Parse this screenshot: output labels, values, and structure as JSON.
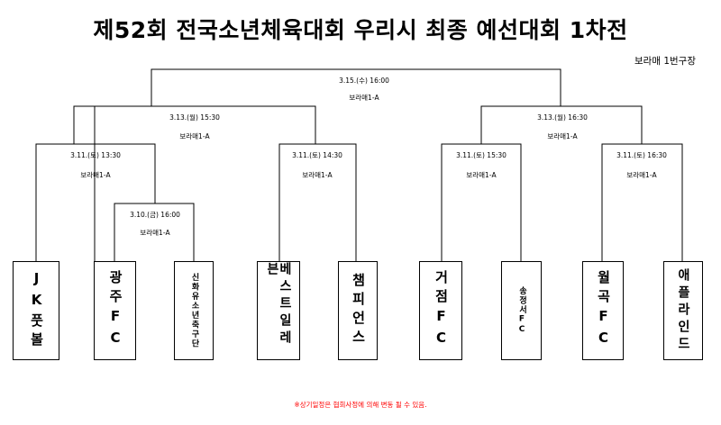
{
  "title": "제52회 전국소년체육대회 우리시 최종 예선대회 1차전",
  "venue": "보라매 1번구장",
  "notice": "※상기일정은 협회사정에 의해 변동 될 수 있음.",
  "matches": {
    "final": {
      "time": "3.15.(수) 16:00",
      "field": "보라매1-A"
    },
    "semi_l": {
      "time": "3.13.(월) 15:30",
      "field": "보라매1-A"
    },
    "semi_r": {
      "time": "3.13.(월) 16:30",
      "field": "보라매1-A"
    },
    "qf1": {
      "time": "3.11.(토) 13:30",
      "field": "보라매1-A"
    },
    "qf2": {
      "time": "3.11.(토) 14:30",
      "field": "보라매1-A"
    },
    "qf3": {
      "time": "3.11.(토) 15:30",
      "field": "보라매1-A"
    },
    "qf4": {
      "time": "3.11.(토) 16:30",
      "field": "보라매1-A"
    },
    "r1": {
      "time": "3.10.(금) 16:00",
      "field": "보라매1-A"
    }
  },
  "teams": [
    "JK풋볼",
    "광주FC",
    "신화유소년축구단",
    "베스트일레븐",
    "챔피언스",
    "거점FC",
    "송정서FC",
    "월곡FC",
    "애플라인드"
  ]
}
